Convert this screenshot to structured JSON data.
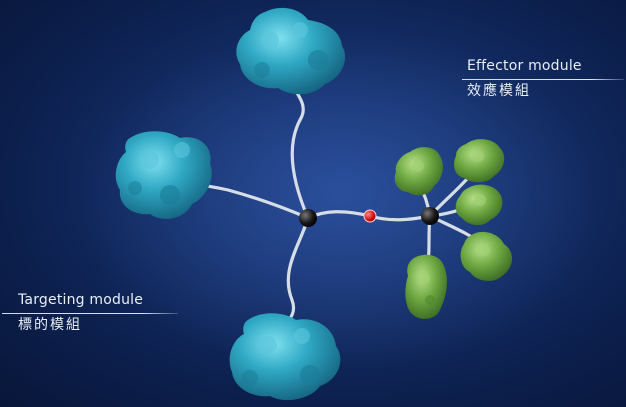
{
  "labels": {
    "effector": {
      "en": "Effector module",
      "zh": "效應模組"
    },
    "targeting": {
      "en": "Targeting module",
      "zh": "標的模組"
    }
  },
  "colors": {
    "background": "#15306a",
    "targeting_protein": "#2fa8c4",
    "effector_protein": "#6ea842",
    "linker": "#d6dde6",
    "core_node": "#111111",
    "cleavage_node": "#e01818"
  }
}
